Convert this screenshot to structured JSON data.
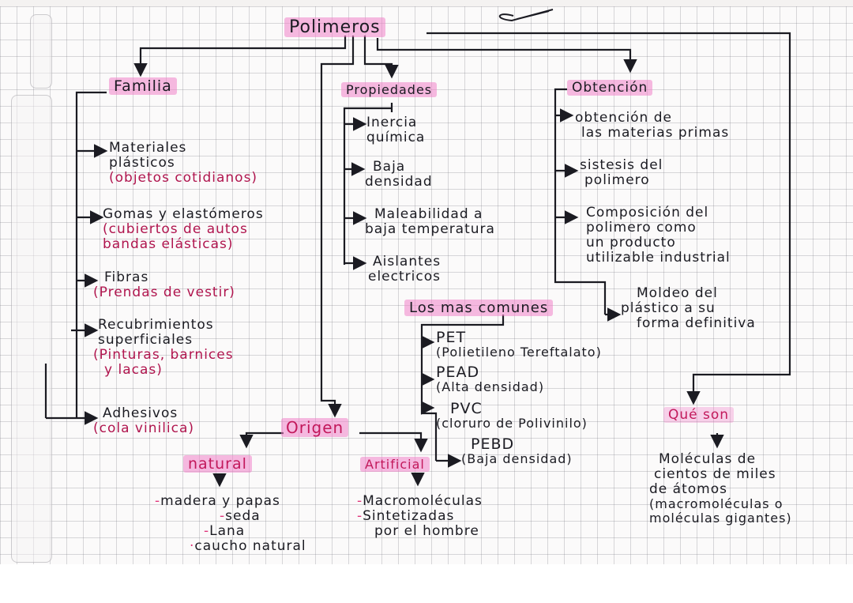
{
  "title": "Polimeros",
  "colors": {
    "highlight": "#f08ac8",
    "ink": "#1b1b22",
    "paren_accent": "#b0154e",
    "grid": "#8a8a94"
  },
  "familia": {
    "label": "Familia",
    "items": [
      {
        "line1": "Materiales",
        "line2": "plásticos",
        "paren": "(objetos cotidianos)"
      },
      {
        "line1": "Gomas y elastómeros",
        "paren1": "(cubiertos de autos",
        "paren2": "bandas elásticas)"
      },
      {
        "line1": "Fibras",
        "paren": "(Prendas de vestir)"
      },
      {
        "line1": "Recubrimientos",
        "line2": "superficiales",
        "paren1": "(Pinturas, barnices",
        "paren2": "y lacas)"
      },
      {
        "line1": "Adhesivos",
        "paren": "(cola vinilica)"
      }
    ]
  },
  "propiedades": {
    "label": "Propiedades",
    "items": [
      {
        "line1": "Inercia",
        "line2": "química"
      },
      {
        "line1": "Baja",
        "line2": "densidad"
      },
      {
        "line1": "Maleabilidad a",
        "line2": "baja temperatura"
      },
      {
        "line1": "Aislantes",
        "line2": "electricos"
      }
    ]
  },
  "obtencion": {
    "label": "Obtención",
    "items": [
      {
        "line1": "obtención de",
        "line2": "las materias primas"
      },
      {
        "line1": "sistesis del",
        "line2": "polimero"
      },
      {
        "line1": "Composición del",
        "line2": "polimero como",
        "line3": "un producto",
        "line4": "utilizable industrial"
      },
      {
        "line1": "Moldeo del",
        "line2": "plástico a su",
        "line3": "forma definitiva"
      }
    ]
  },
  "comunes": {
    "label": "Los mas comunes",
    "items": [
      {
        "code": "PET",
        "paren": "(Polietileno Tereftalato)"
      },
      {
        "code": "PEAD",
        "paren": "(Alta densidad)"
      },
      {
        "code": "PVC",
        "paren": "(cloruro de Polivinilo)"
      },
      {
        "code": "PEBD",
        "paren": "(Baja densidad)"
      }
    ]
  },
  "origen": {
    "label": "Origen",
    "natural": {
      "label": "natural",
      "items": [
        "madera y papas",
        "seda",
        "Lana",
        "caucho natural"
      ]
    },
    "artificial": {
      "label": "Artificial",
      "items": [
        "Macromoléculas",
        "Sintetizadas",
        "por el hombre"
      ]
    }
  },
  "queson": {
    "label": "Qué son",
    "line1": "Moléculas de",
    "line2": "cientos de miles",
    "line3": "de átomos",
    "line4": "(macromoléculas o",
    "line5": "moléculas gigantes)"
  }
}
